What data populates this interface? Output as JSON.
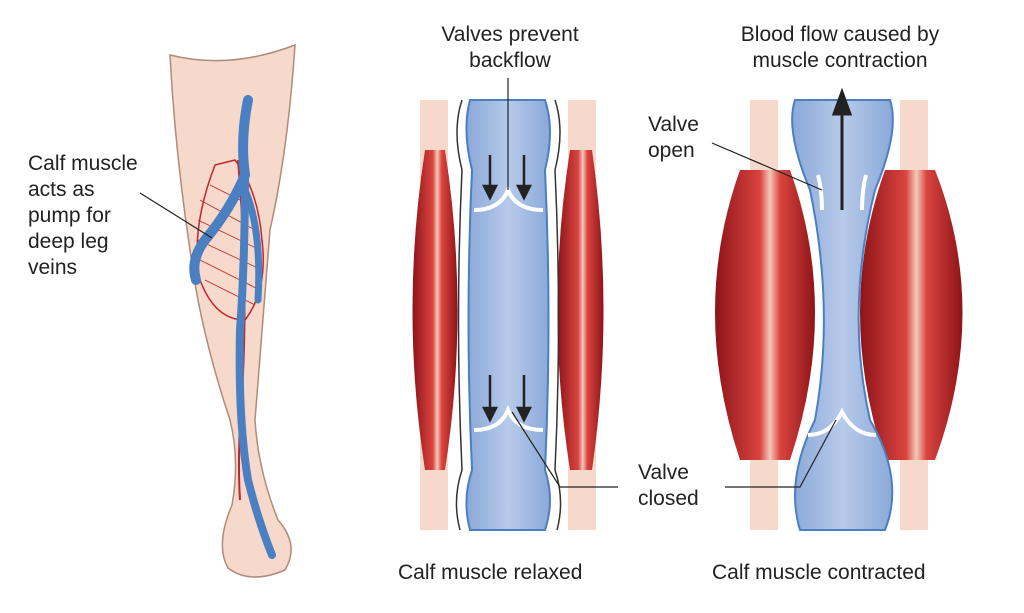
{
  "labels": {
    "calf_pump": [
      "Calf muscle",
      "acts as",
      "pump for",
      "deep leg",
      "veins"
    ],
    "valves_prevent": [
      "Valves prevent",
      "backflow"
    ],
    "blood_flow": [
      "Blood flow caused by",
      "muscle contraction"
    ],
    "valve_open": [
      "Valve",
      "open"
    ],
    "valve_closed": [
      "Valve",
      "closed"
    ],
    "caption_relaxed": "Calf muscle relaxed",
    "caption_contracted": "Calf muscle contracted"
  },
  "colors": {
    "skin": "#f6d9cb",
    "vein": "#4a7fc1",
    "vein_fill": "#a9bfe3",
    "muscle": "#c0262a",
    "artery": "#c0262a"
  }
}
